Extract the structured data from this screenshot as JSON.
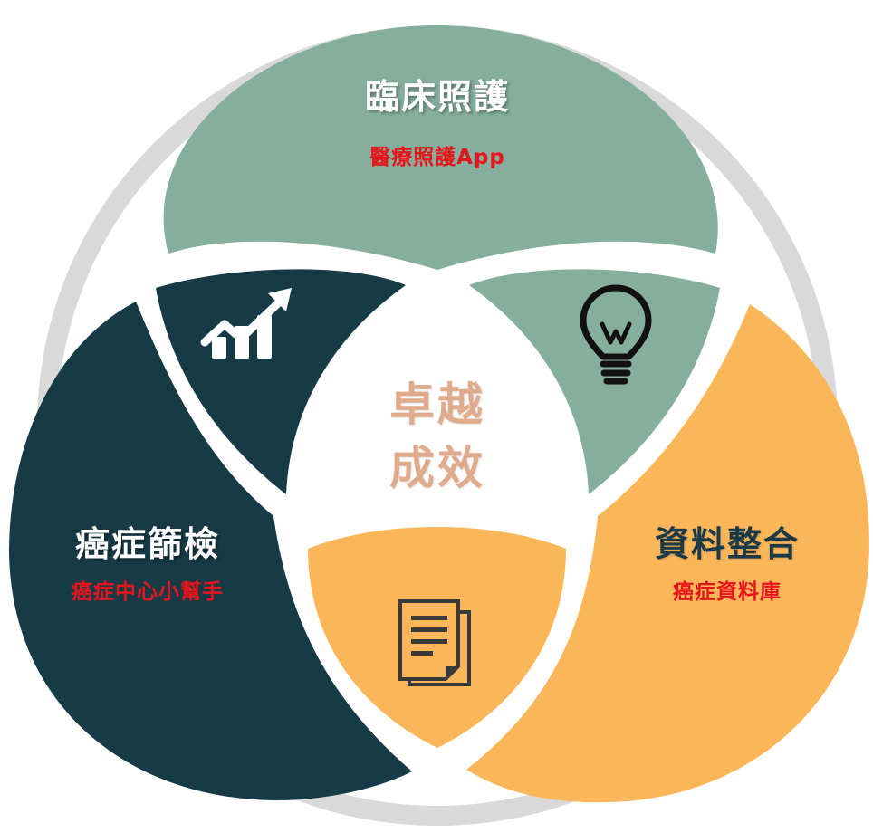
{
  "center": {
    "line1": "卓越",
    "line2": "成效"
  },
  "segments": {
    "top": {
      "title": "臨床照護",
      "subtitle": "醫療照護App",
      "color": "#86ae9d"
    },
    "left": {
      "title": "癌症篩檢",
      "subtitle": "癌症中心小幫手",
      "color": "#173a47"
    },
    "right": {
      "title": "資料整合",
      "subtitle": "癌症資料庫",
      "color": "#fcb65a"
    }
  },
  "icons": {
    "left_inner": "growth-chart-icon",
    "right_inner": "lightbulb-icon",
    "bottom_inner": "documents-icon"
  },
  "colors": {
    "ring": "#d9d9d9",
    "title_light": "#ffffff",
    "title_dark": "#1b3a47",
    "subtitle_red": "#e8141b",
    "center_text": "#e0ab8d"
  }
}
